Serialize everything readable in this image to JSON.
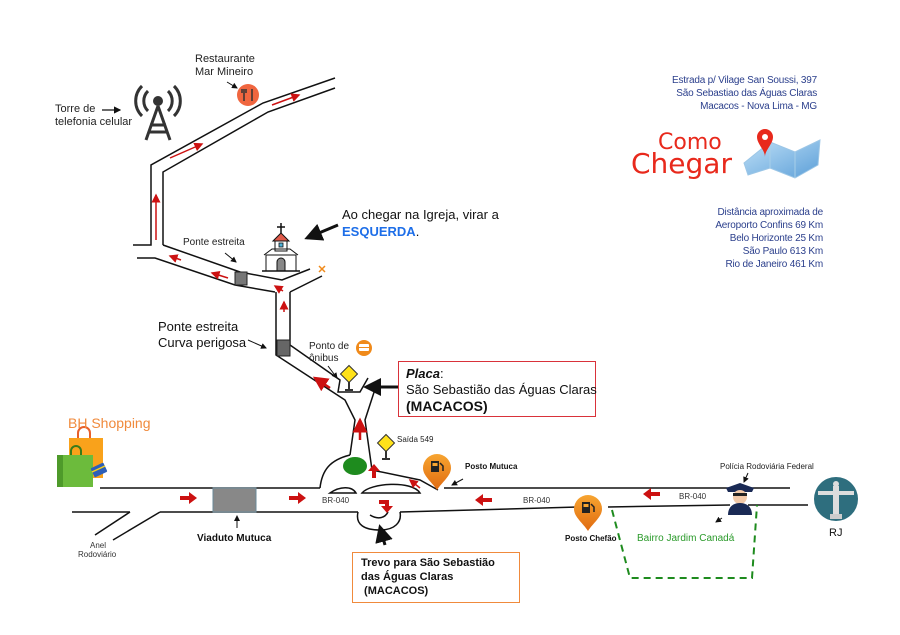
{
  "title": {
    "line1": "Como",
    "line2": "Chegar"
  },
  "address": {
    "line1": "Estrada p/ Vilage San Soussi, 397",
    "line2": "São Sebastiao das Águas Claras",
    "line3": "Macacos - Nova Lima - MG"
  },
  "distances": {
    "heading": "Distância aproximada de",
    "items": [
      "Aeroporto Confins 69 Km",
      "Belo Horizonte 25 Km",
      "São Paulo 613 Km",
      "Rio de Janeiro 461 Km"
    ]
  },
  "landmarks": {
    "restaurant": {
      "line1": "Restaurante",
      "line2": "Mar Mineiro"
    },
    "tower": {
      "line1": "Torre de",
      "line2": "telefonia celular"
    },
    "bridge_narrow": "Ponte estreita",
    "bridge_curve": {
      "line1": "Ponte estreita",
      "line2": "Curva perigosa"
    },
    "bus_stop": {
      "line1": "Ponto de",
      "line2": "ônibus"
    },
    "church_note": {
      "line1": "Ao chegar na Igreja, virar a",
      "highlight": "ESQUERDA",
      "end": "."
    },
    "placa": {
      "title": "Placa",
      "colon": ":",
      "line2": "São Sebastião das Águas Claras",
      "line3": "(MACACOS)"
    },
    "saida": "Saída 549",
    "posto_mutuca": "Posto Mutuca",
    "posto_chefao": "Posto  Chefão",
    "policia": "Polícia Rodoviária Federal",
    "bairro": "Bairro Jardim Canadá",
    "rj": "RJ",
    "bh_shopping": "BH Shopping",
    "anel": {
      "line1": "Anel",
      "line2": "Rodoviário"
    },
    "viaduto": "Viaduto Mutuca",
    "trevo": {
      "line1": "Trevo para São Sebastião",
      "line2": "das Águas Claras",
      "line3": " (MACACOS)"
    }
  },
  "roads": {
    "br040_labels": [
      "BR-040",
      "BR-040",
      "BR-040"
    ]
  },
  "colors": {
    "arrow_red": "#cc1111",
    "title_red": "#e8291c",
    "navy_text": "#2b3f8c",
    "highlight_blue": "#1d6ee8",
    "route_green": "#2a9a2a",
    "shopping_orange": "#f08a3c",
    "pin_orange": "#ef8a1a"
  }
}
